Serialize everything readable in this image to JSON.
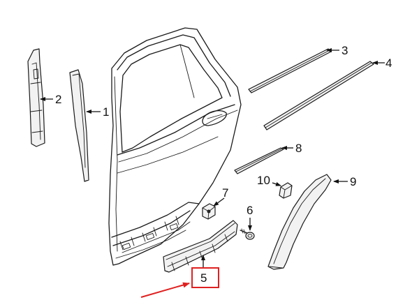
{
  "callouts": {
    "c1": "1",
    "c2": "2",
    "c3": "3",
    "c4": "4",
    "c5": "5",
    "c6": "6",
    "c7": "7",
    "c8": "8",
    "c9": "9",
    "c10": "10"
  },
  "colors": {
    "line": "#1a1a1a",
    "highlight": "#e02020",
    "background": "#ffffff"
  }
}
